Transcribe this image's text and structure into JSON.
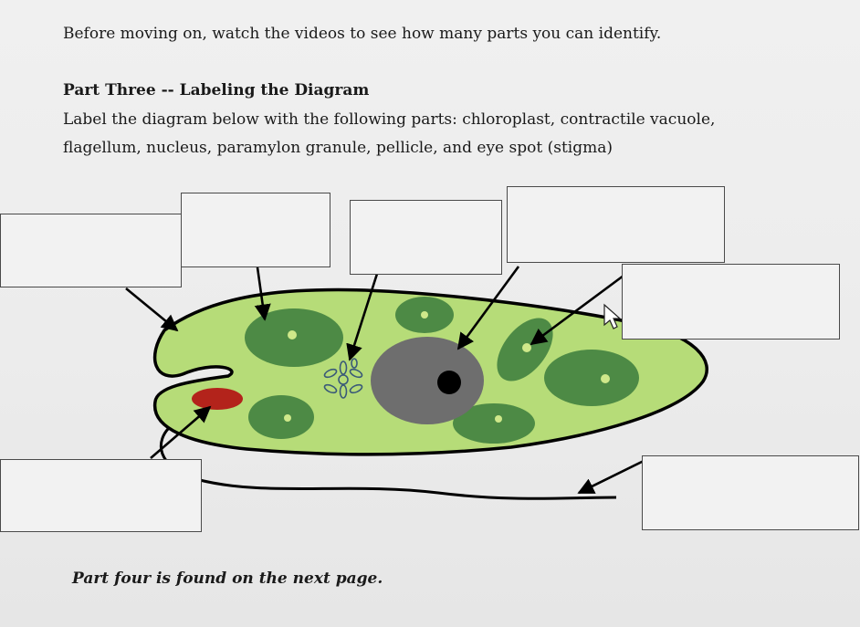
{
  "intro": "Before moving on, watch the videos to see how many parts you can identify.",
  "part_title": "Part Three -- Labeling the Diagram",
  "instructions_line1": "Label the diagram below with the following parts: chloroplast, contractile vacuole,",
  "instructions_line2": "flagellum, nucleus, paramylon granule, pellicle, and eye spot (stigma)",
  "footer": "Part four is found on the next page.",
  "colors": {
    "cell_fill": "#b6dc78",
    "chloroplast": "#4d8a45",
    "nucleus": "#6e6e6e",
    "nucleolus": "#000000",
    "eyespot": "#b3231b",
    "granule": "#cfe88a",
    "vacuole": "#3a5a78"
  },
  "diagram_parts": [
    "chloroplast",
    "contractile vacuole",
    "flagellum",
    "nucleus",
    "paramylon granule",
    "pellicle",
    "eye spot (stigma)"
  ]
}
